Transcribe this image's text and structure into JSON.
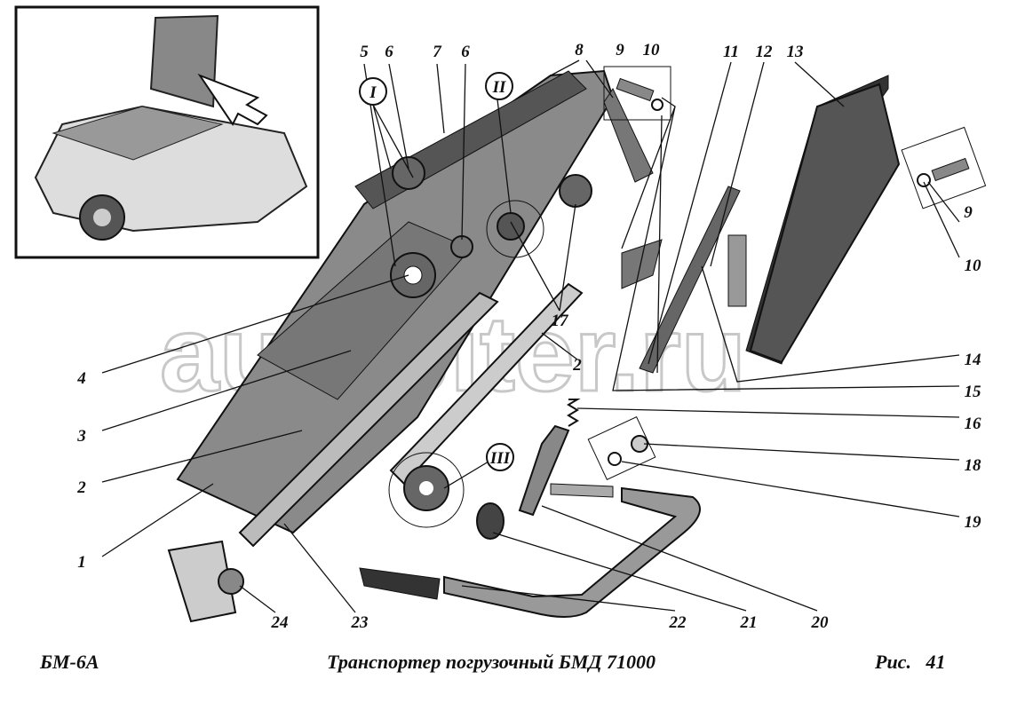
{
  "caption": {
    "model": "БМ-6А",
    "title": "Транспортер погрузочный  БМД 71000",
    "figure": "Рис.   41"
  },
  "watermark": "autopiter.ru",
  "callouts": {
    "n5": "5",
    "n6a": "6",
    "n7": "7",
    "n6b": "6",
    "n8": "8",
    "n9a": "9",
    "n10a": "10",
    "n11": "11",
    "n12": "12",
    "n13": "13",
    "n9b": "9",
    "n10b": "10",
    "n4": "4",
    "n3": "3",
    "n2a": "2",
    "n1": "1",
    "n24": "24",
    "n23": "23",
    "n22": "22",
    "n21": "21",
    "n20": "20",
    "n19": "19",
    "n18": "18",
    "n16": "16",
    "n15": "15",
    "n14": "14",
    "n17": "17",
    "n2b": "2",
    "rI": "I",
    "rII": "II",
    "rIII": "III"
  }
}
